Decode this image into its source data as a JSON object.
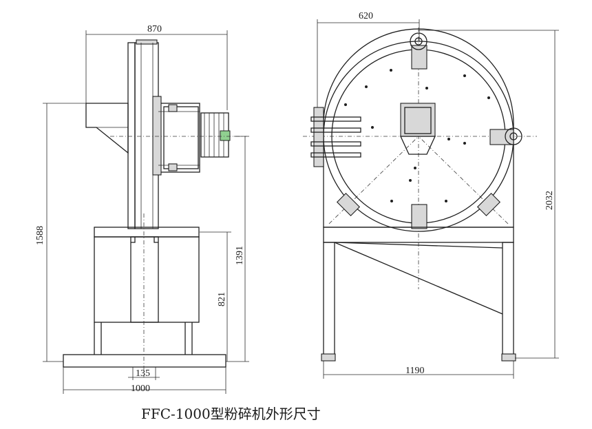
{
  "drawing": {
    "caption": "FFC-1000型粉碎机外形尺寸",
    "dimensions": {
      "side_top_width": "870",
      "side_total_height": "1588",
      "side_shaft_height": "1391",
      "side_base_height": "821",
      "side_center_offset": "135",
      "side_base_width": "1000",
      "front_top_width": "620",
      "front_total_height": "2032",
      "front_base_width": "1190"
    },
    "colors": {
      "line": "#1f1f1f",
      "shade": "#d8d8d8",
      "accent": "#90d090"
    }
  }
}
